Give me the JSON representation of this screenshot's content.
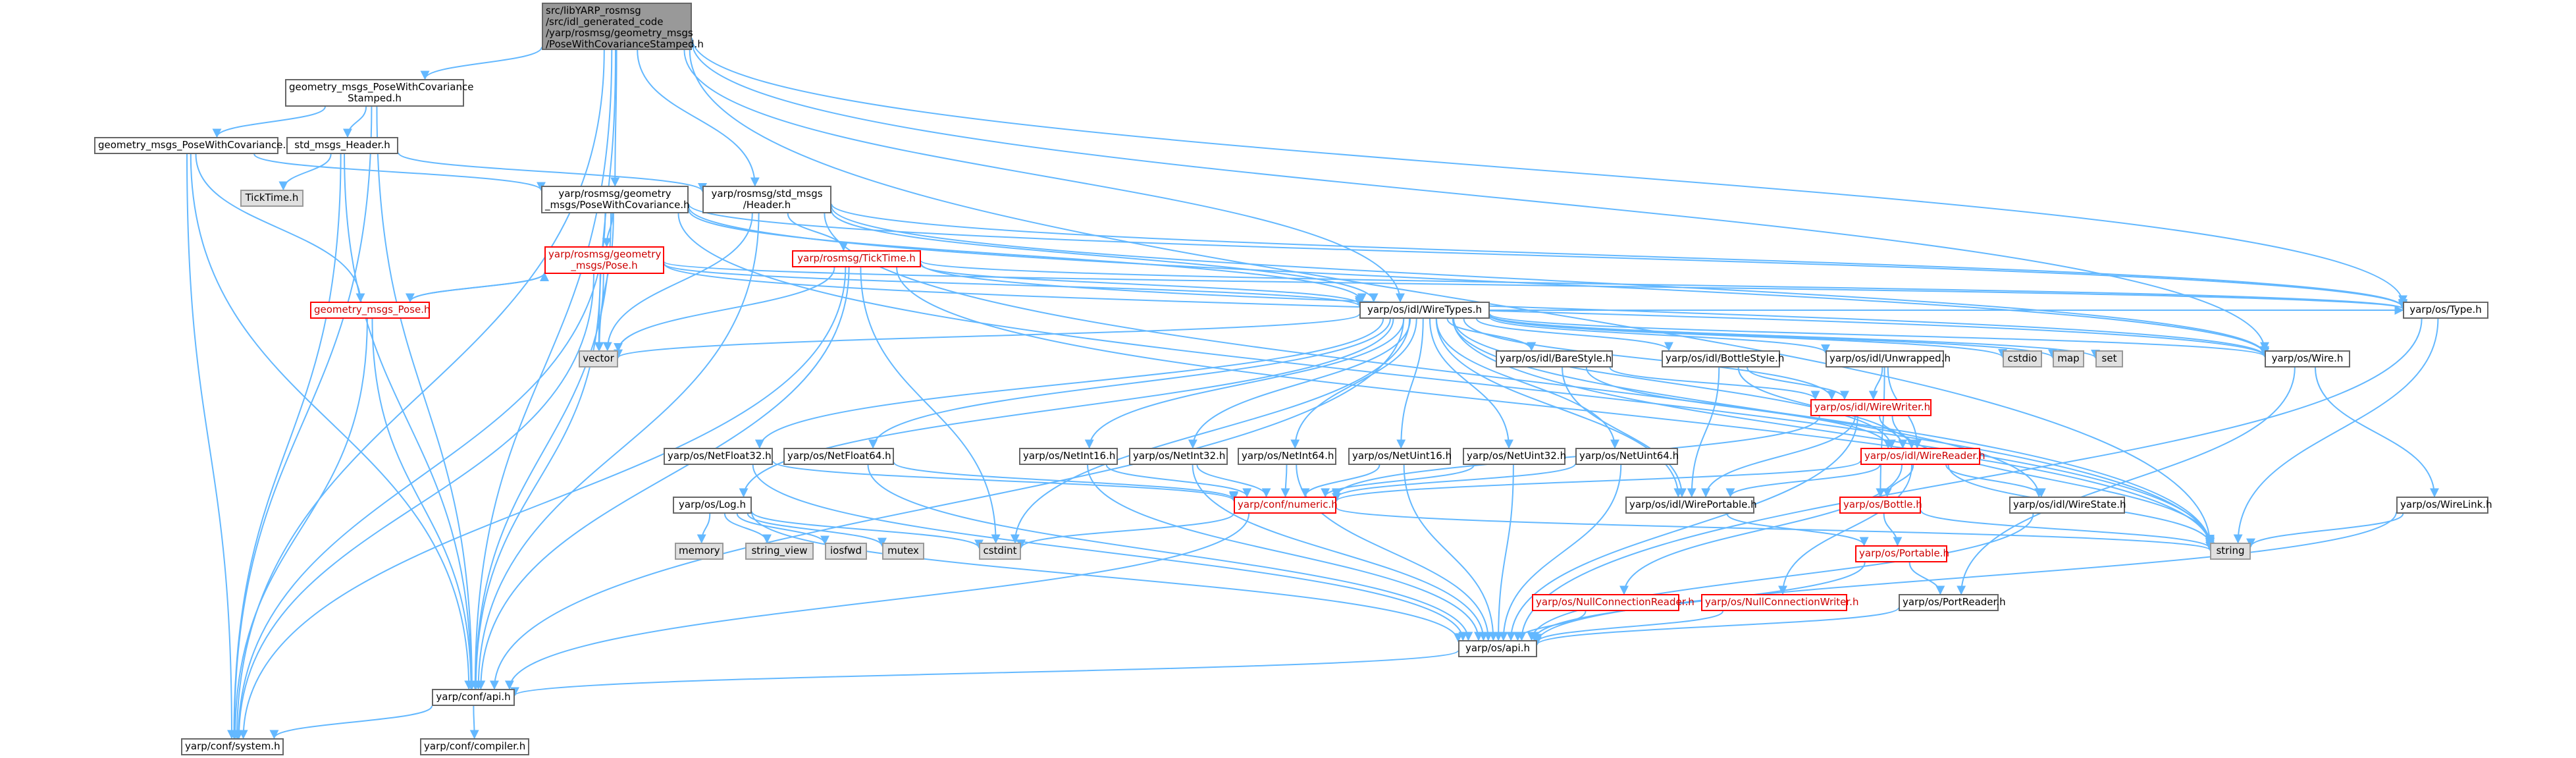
{
  "colors": {
    "edge": "#63b8ff",
    "node_border": "#666666",
    "node_red_border": "#ff0000",
    "system_fill": "#e0e0e0",
    "root_fill": "#999999"
  },
  "nodes": {
    "root": "src/libYARP_rosmsg\n/src/idl_generated_code\n/yarp/rosmsg/geometry_msgs\n/PoseWithCovarianceStamped.h",
    "pwcs": "geometry_msgs_PoseWithCovariance\nStamped.h",
    "pwc": "geometry_msgs_PoseWithCovariance.h",
    "std_header": "std_msgs_Header.h",
    "ticktime_h": "TickTime.h",
    "yr_pwc": "yarp/rosmsg/geometry\n_msgs/PoseWithCovariance.h",
    "yr_std_header": "yarp/rosmsg/std_msgs\n/Header.h",
    "yr_pose": "yarp/rosmsg/geometry\n_msgs/Pose.h",
    "yr_ticktime": "yarp/rosmsg/TickTime.h",
    "gm_pose": "geometry_msgs_Pose.h",
    "vector": "vector",
    "wiretypes": "yarp/os/idl/WireTypes.h",
    "cstdio": "cstdio",
    "map": "map",
    "set": "set",
    "type_h": "yarp/os/Type.h",
    "wire_h": "yarp/os/Wire.h",
    "barestyle": "yarp/os/idl/BareStyle.h",
    "bottlestyle": "yarp/os/idl/BottleStyle.h",
    "unwrapped": "yarp/os/idl/Unwrapped.h",
    "wirewriter": "yarp/os/idl/WireWriter.h",
    "wirereader": "yarp/os/idl/WireReader.h",
    "netfloat32": "yarp/os/NetFloat32.h",
    "netfloat64": "yarp/os/NetFloat64.h",
    "netint16": "yarp/os/NetInt16.h",
    "netint32": "yarp/os/NetInt32.h",
    "netint64": "yarp/os/NetInt64.h",
    "netuint16": "yarp/os/NetUint16.h",
    "netuint32": "yarp/os/NetUint32.h",
    "netuint64": "yarp/os/NetUint64.h",
    "log_h": "yarp/os/Log.h",
    "memory": "memory",
    "string_view": "string_view",
    "iosfwd": "iosfwd",
    "mutex": "mutex",
    "cstdint": "cstdint",
    "numeric": "yarp/conf/numeric.h",
    "wireportable": "yarp/os/idl/WirePortable.h",
    "bottle_h": "yarp/os/Bottle.h",
    "wirestate": "yarp/os/idl/WireState.h",
    "wirelink": "yarp/os/WireLink.h",
    "string": "string",
    "portable": "yarp/os/Portable.h",
    "nullconnreader": "yarp/os/NullConnectionReader.h",
    "nullconnwriter": "yarp/os/NullConnectionWriter.h",
    "portreader": "yarp/os/PortReader.h",
    "os_api": "yarp/os/api.h",
    "conf_api": "yarp/conf/api.h",
    "conf_system": "yarp/conf/system.h",
    "conf_compiler": "yarp/conf/compiler.h"
  }
}
